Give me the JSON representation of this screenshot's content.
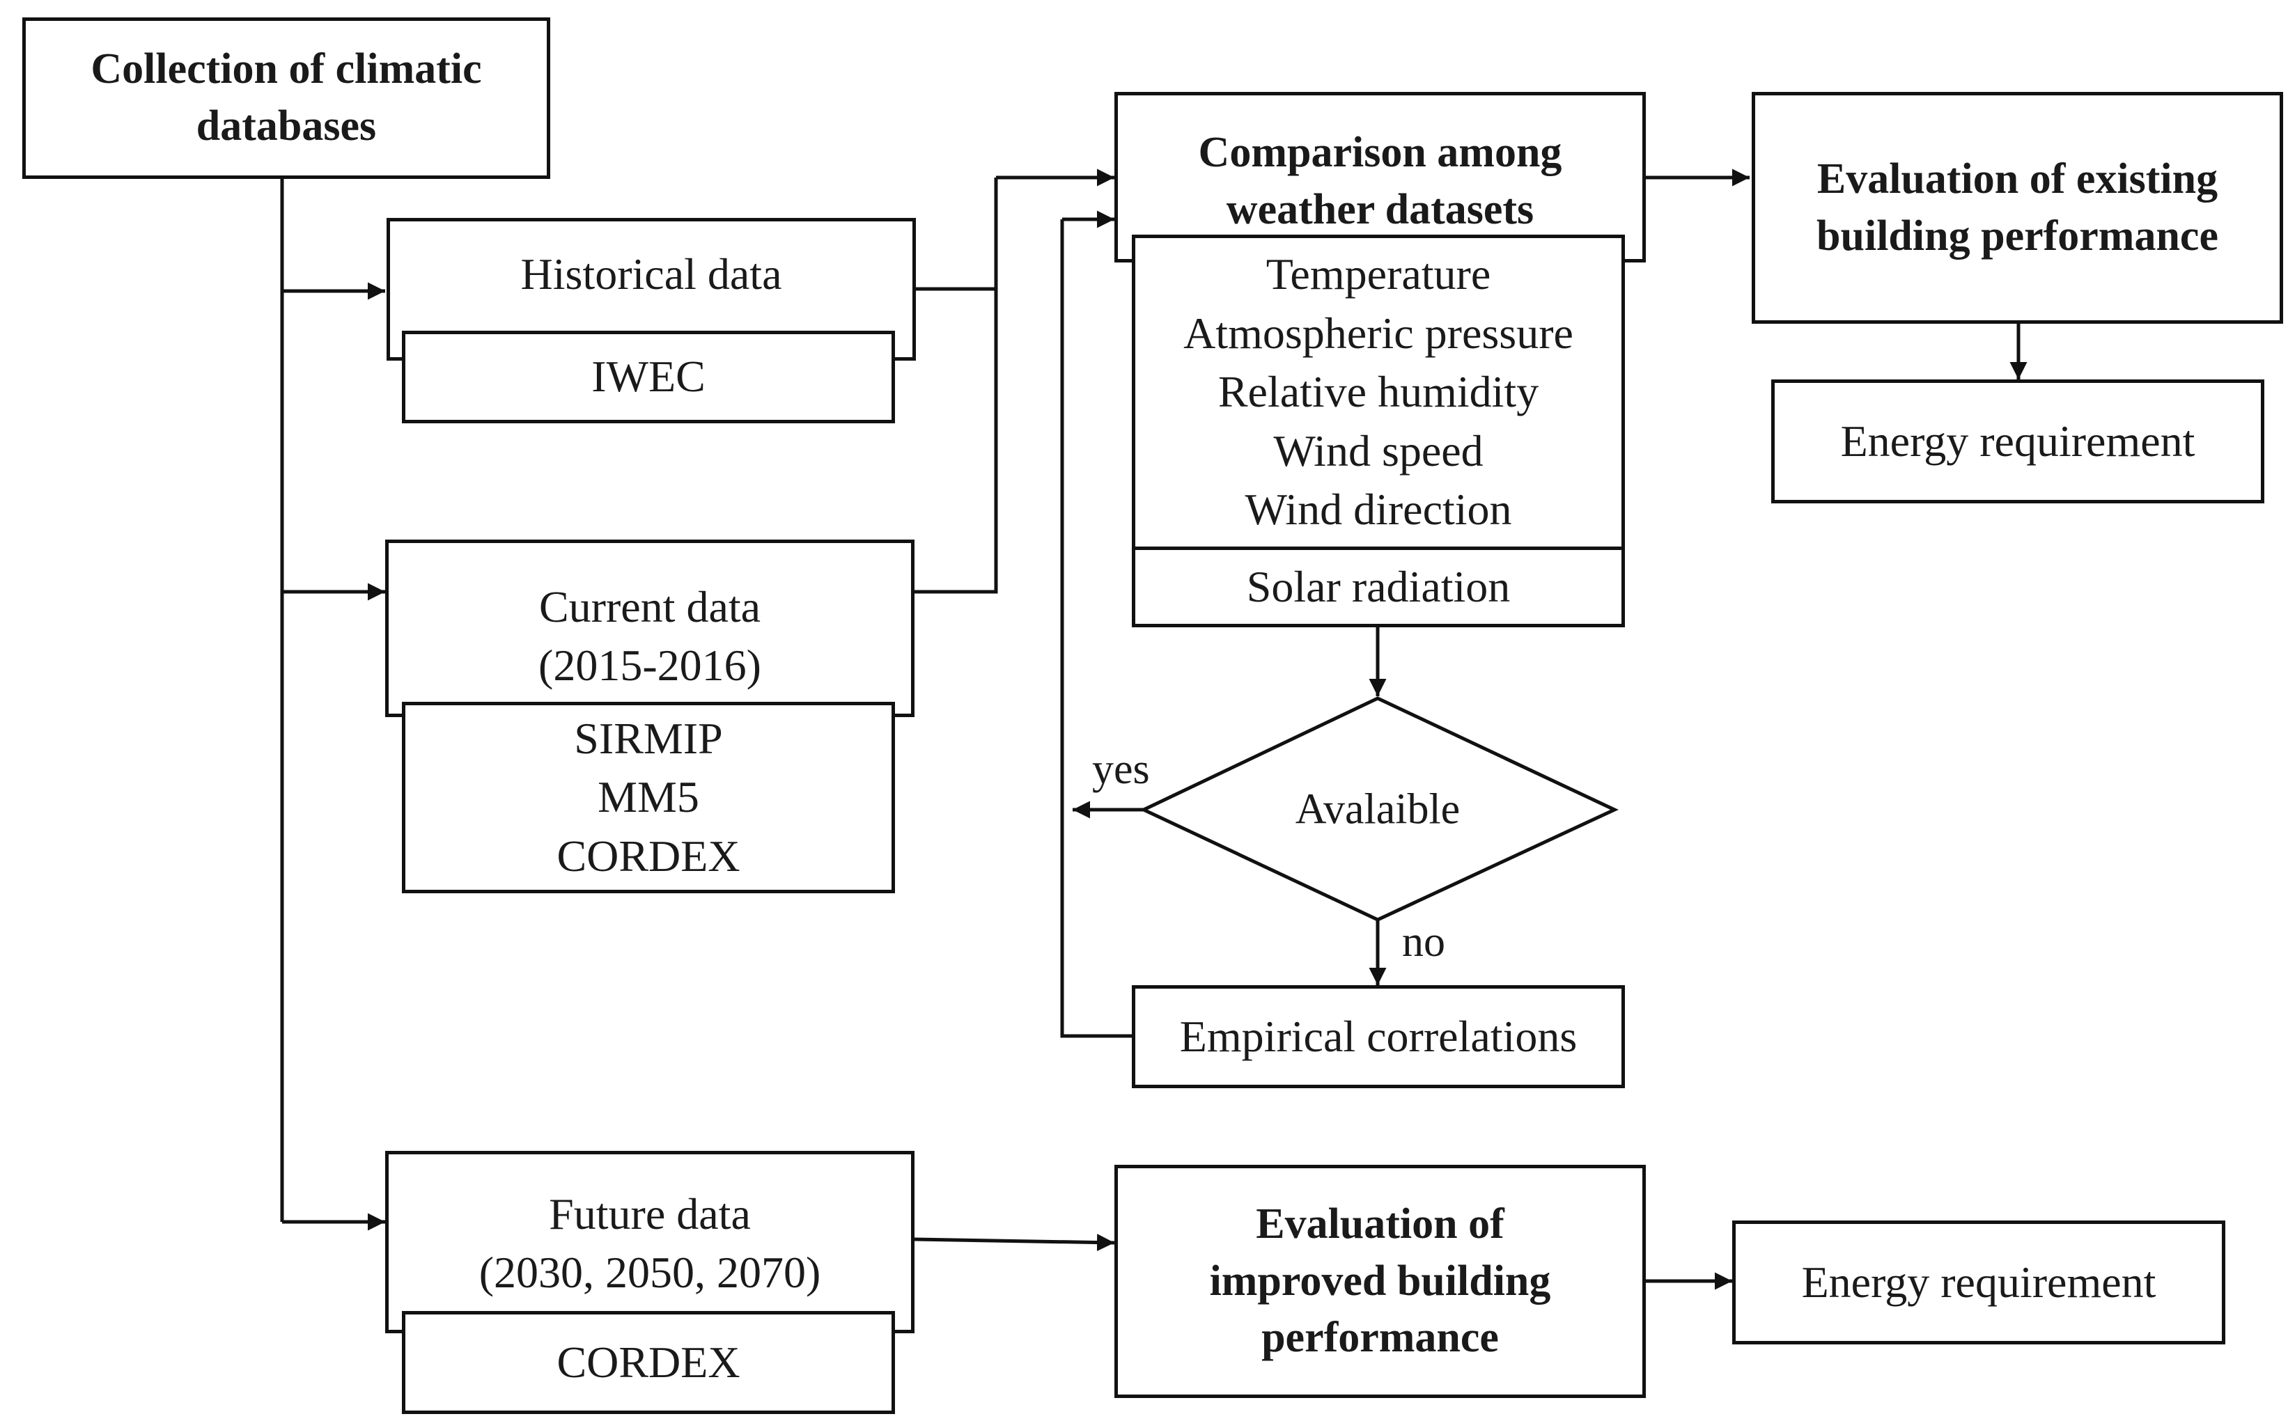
{
  "nodes": {
    "collection": {
      "lines": [
        "Collection of climatic",
        "databases"
      ]
    },
    "historical": {
      "title": "Historical data",
      "source": "IWEC"
    },
    "current": {
      "lines": [
        "Current data",
        "(2015-2016)"
      ],
      "sources": [
        "SIRMIP",
        "MM5",
        "CORDEX"
      ]
    },
    "future": {
      "lines": [
        "Future data",
        "(2030, 2050, 2070)"
      ],
      "source": "CORDEX"
    },
    "comparison": {
      "lines": [
        "Comparison among",
        "weather datasets"
      ],
      "variables": [
        "Temperature",
        "Atmospheric pressure",
        "Relative humidity",
        "Wind speed",
        "Wind direction"
      ],
      "solar": "Solar radiation"
    },
    "decision": {
      "label": "Avalaible",
      "yes": "yes",
      "no": "no"
    },
    "empirical": {
      "label": "Empirical correlations"
    },
    "eval_existing": {
      "lines": [
        "Evaluation of existing",
        "building performance"
      ]
    },
    "energy_existing": {
      "label": "Energy requirement"
    },
    "eval_improved": {
      "lines": [
        "Evaluation of",
        "improved building",
        "performance"
      ]
    },
    "energy_improved": {
      "label": "Energy requirement"
    }
  }
}
